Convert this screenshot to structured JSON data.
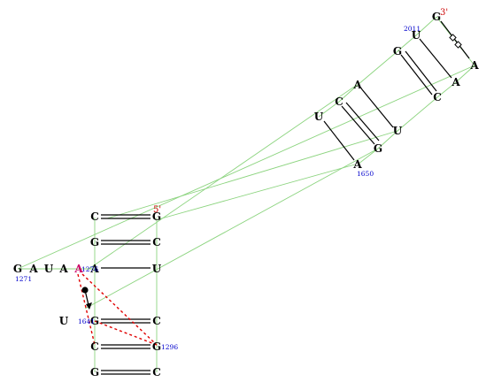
{
  "colors": {
    "background": "#ffffff",
    "nucleotide": "#000000",
    "backbone": "#8cd47f",
    "pair": "#000000",
    "position_number": "#0000cc",
    "strand_end": "#cc0000",
    "highlight_nucleotide": "#cc0066",
    "tertiary_link": "#e00000"
  },
  "upper_helix": {
    "end_label": "3'",
    "nucleotides": {
      "g3": "G",
      "u1": "U",
      "g1": "G",
      "a1": "A",
      "c1": "C",
      "u2": "U",
      "a_tip": "A",
      "a_r": "A",
      "c_r": "C",
      "u_r": "U",
      "g_r": "G",
      "a_low": "A"
    },
    "numbers": {
      "n2011": "2011",
      "n1650": "1650"
    }
  },
  "lower_helix": {
    "end_label": "5'",
    "nucleotides": {
      "c_a": "C",
      "g_a": "G",
      "g_b": "G",
      "c_b": "C",
      "g_s": "G",
      "a_s": "A",
      "u_s": "U",
      "a_s2": "A",
      "a_hl": "A",
      "a_c": "A",
      "u_c": "U",
      "u_l": "U",
      "g_d": "G",
      "c_d": "C",
      "c_e": "C",
      "g_e": "G",
      "g_f": "G",
      "c_f": "C"
    },
    "numbers": {
      "n1271": "1271",
      "n1276": "1276",
      "n1641": "1641",
      "n1296": "1296"
    }
  }
}
